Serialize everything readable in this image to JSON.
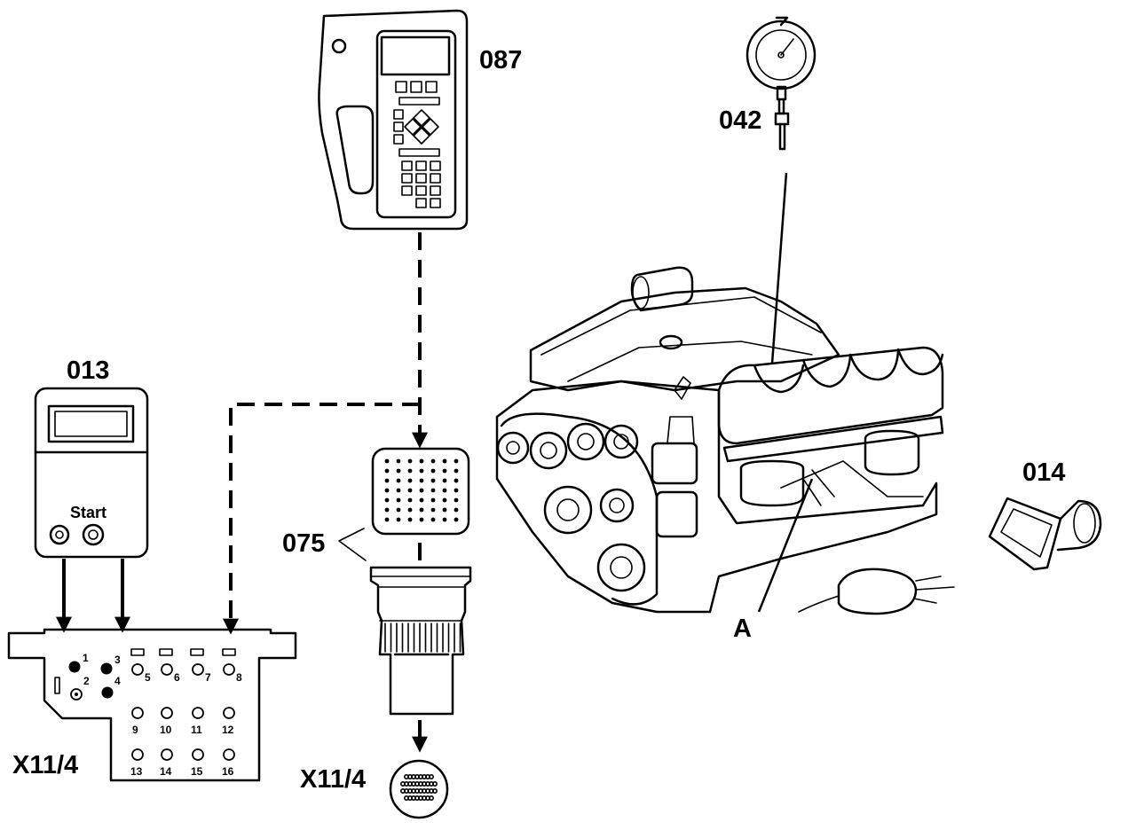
{
  "labels": {
    "tester_087": "087",
    "gauge_042": "042",
    "tester_013": "013",
    "start_button": "Start",
    "adapter_014": "014",
    "cable_075": "075",
    "point_a": "A",
    "socket_left": "X11/4",
    "socket_right": "X11/4"
  },
  "socket_pins": [
    "1",
    "2",
    "3",
    "4",
    "5",
    "6",
    "7",
    "8",
    "9",
    "10",
    "11",
    "12",
    "13",
    "14",
    "15",
    "16"
  ],
  "colors": {
    "ink": "#000000",
    "paper": "#ffffff"
  }
}
